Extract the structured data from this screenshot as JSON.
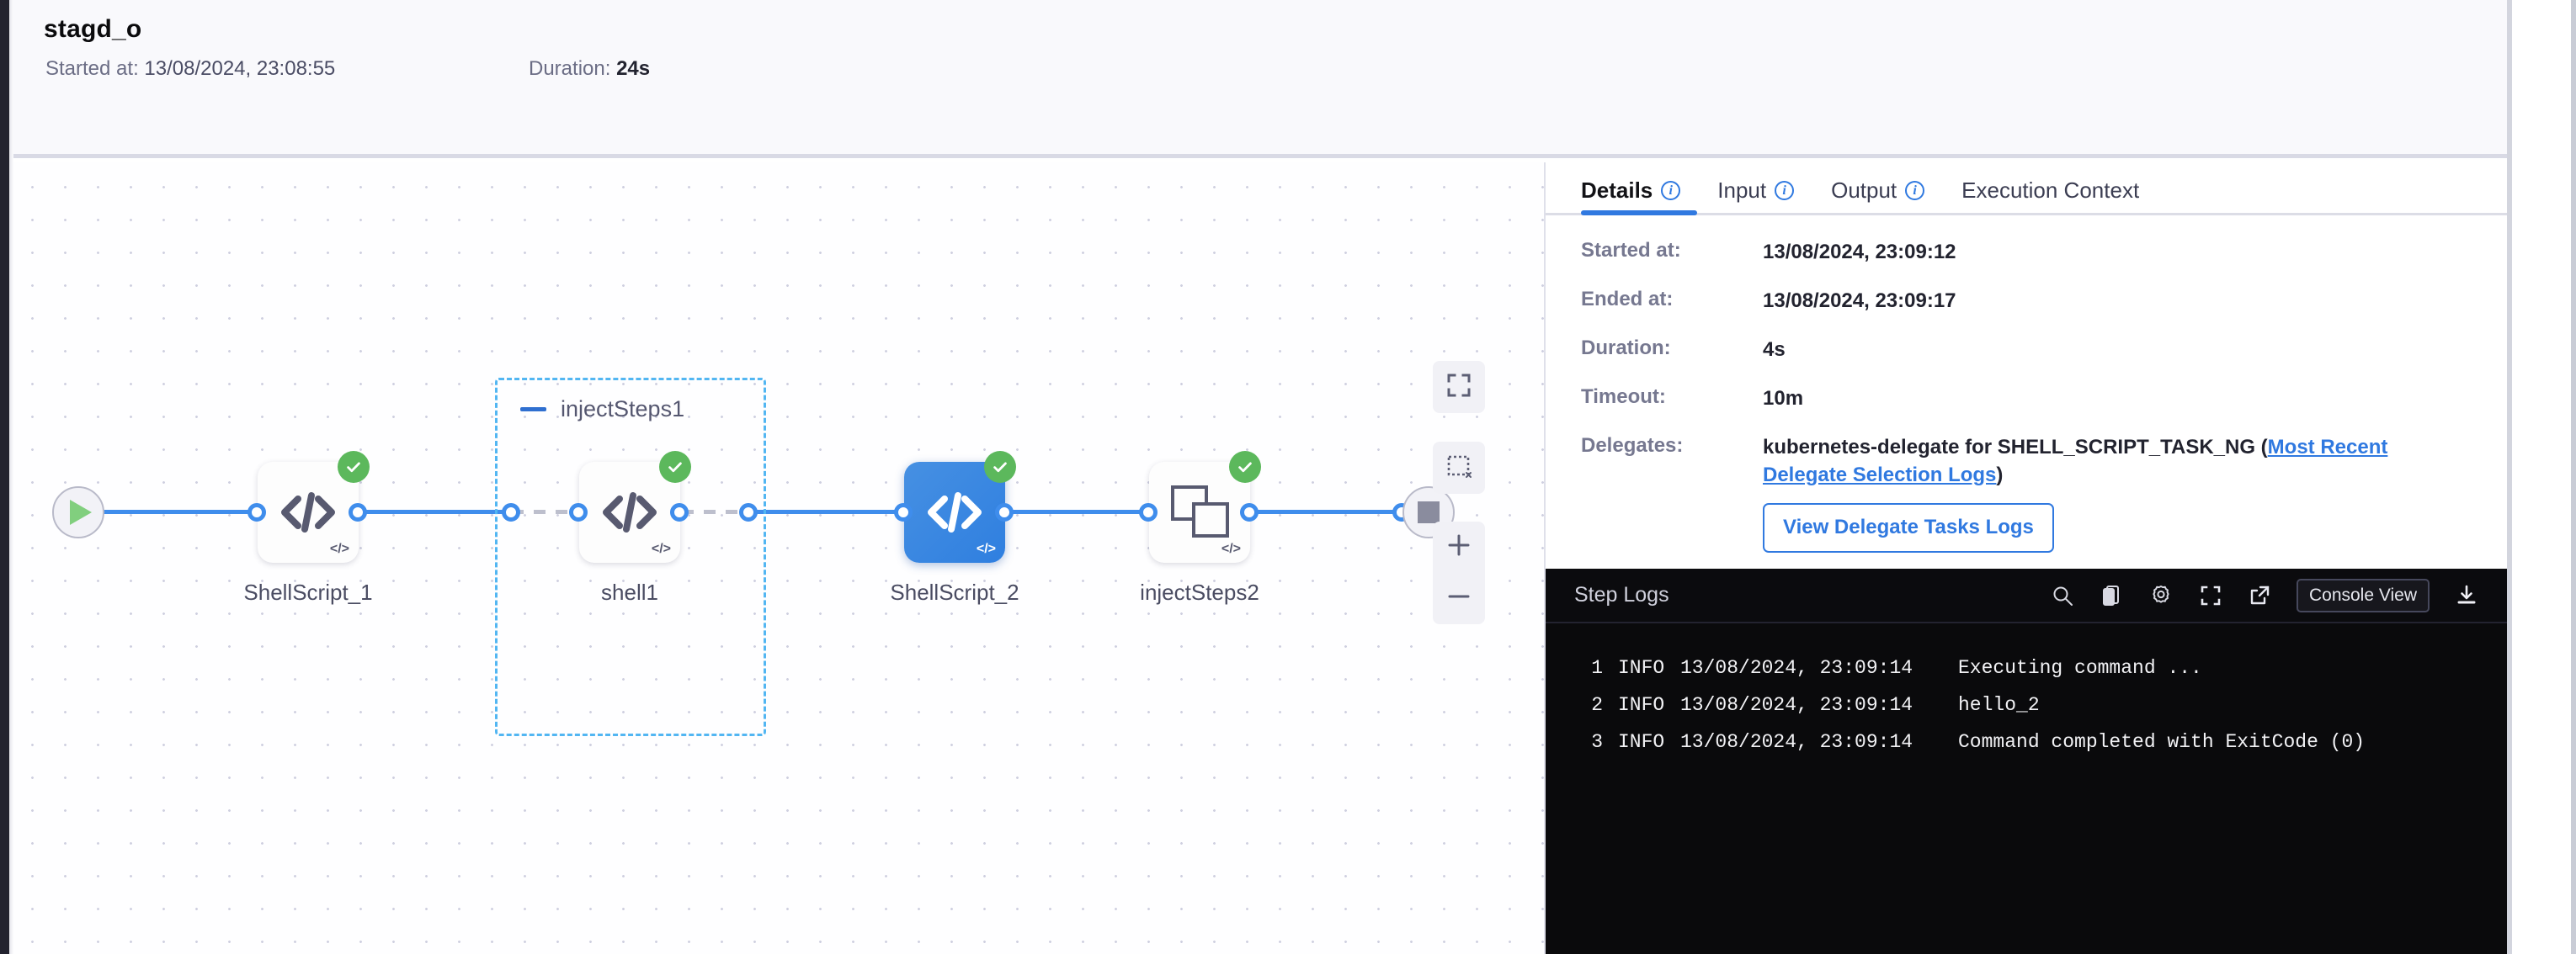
{
  "header": {
    "title": "stagd_o",
    "started_label": "Started at:",
    "started_value": "13/08/2024, 23:08:55",
    "duration_label": "Duration:",
    "duration_value": "24s"
  },
  "graph": {
    "start_node": "start-node",
    "end_node": "end-node",
    "nodes": [
      {
        "label": "ShellScript_1",
        "icon": "code-icon",
        "status": "success",
        "selected": false
      },
      {
        "label": "shell1",
        "icon": "code-icon",
        "status": "success",
        "selected": false
      },
      {
        "label": "ShellScript_2",
        "icon": "code-icon",
        "status": "success",
        "selected": true
      },
      {
        "label": "injectSteps2",
        "icon": "stacked-squares-icon",
        "status": "success",
        "selected": false
      }
    ],
    "group": {
      "title": "injectSteps1",
      "collapse_icon": "minus-icon"
    },
    "controls": [
      {
        "name": "fit-to-screen-icon"
      },
      {
        "name": "marquee-select-icon"
      },
      {
        "name": "zoom-in-icon"
      },
      {
        "name": "zoom-out-icon"
      }
    ],
    "colors": {
      "edge": "#3f8dec",
      "selected_node": "#3079e0",
      "success": "#5cb85c"
    }
  },
  "panel": {
    "tabs": [
      {
        "label": "Details",
        "info": true,
        "active": true
      },
      {
        "label": "Input",
        "info": true,
        "active": false
      },
      {
        "label": "Output",
        "info": true,
        "active": false
      },
      {
        "label": "Execution Context",
        "info": false,
        "active": false
      }
    ],
    "details": [
      {
        "key": "Started at:",
        "value": "13/08/2024, 23:09:12"
      },
      {
        "key": "Ended at:",
        "value": "13/08/2024, 23:09:17"
      },
      {
        "key": "Duration:",
        "value": "4s"
      },
      {
        "key": "Timeout:",
        "value": "10m"
      }
    ],
    "delegates": {
      "key": "Delegates:",
      "text_before": "kubernetes-delegate for SHELL_SCRIPT_TASK_NG (",
      "link": "Most Recent Delegate Selection Logs",
      "text_after": ")",
      "button": "View Delegate Tasks Logs"
    }
  },
  "logs": {
    "title": "Step Logs",
    "tools": [
      {
        "name": "search-icon"
      },
      {
        "name": "copy-icon"
      },
      {
        "name": "gear-icon"
      },
      {
        "name": "expand-icon"
      },
      {
        "name": "external-link-icon"
      }
    ],
    "console_button": "Console View",
    "download_icon": "download-icon",
    "lines": [
      {
        "n": "1",
        "level": "INFO",
        "ts": "13/08/2024, 23:09:14",
        "msg": "Executing command ..."
      },
      {
        "n": "2",
        "level": "INFO",
        "ts": "13/08/2024, 23:09:14",
        "msg": "hello_2"
      },
      {
        "n": "3",
        "level": "INFO",
        "ts": "13/08/2024, 23:09:14",
        "msg": "Command completed with ExitCode (0)"
      }
    ]
  }
}
